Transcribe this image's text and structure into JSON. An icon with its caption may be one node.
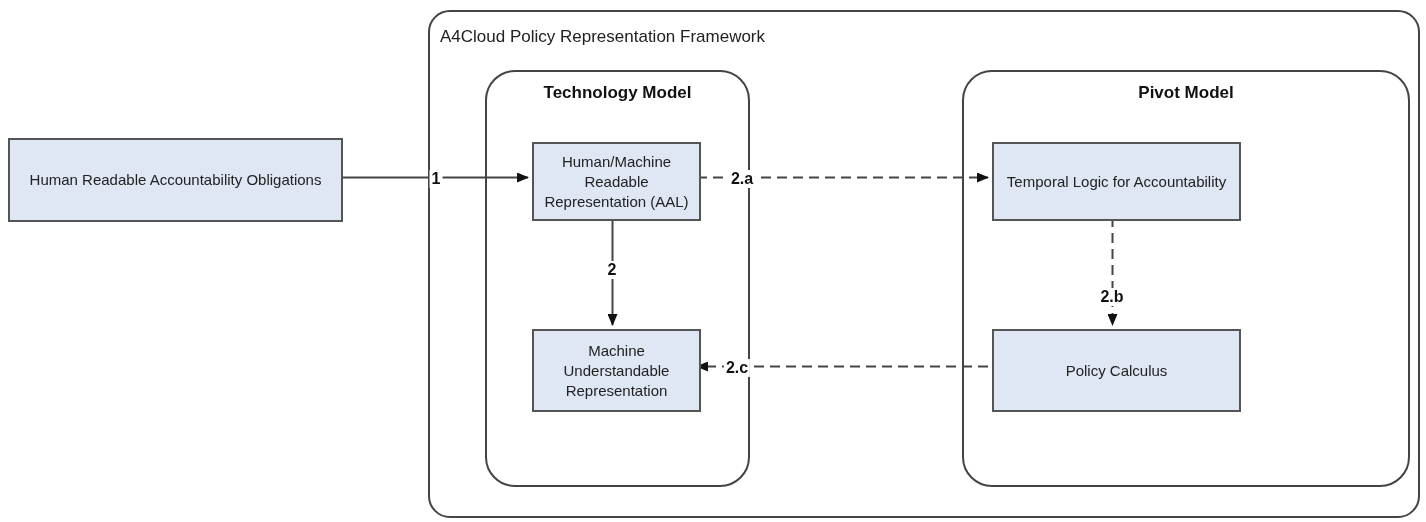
{
  "diagram": {
    "nodes": [
      {
        "text": [
          "Human Readable Accountability Obligations"
        ]
      },
      {
        "text": [
          "A4Cloud Policy Representation Framework"
        ]
      },
      {
        "text": [
          "Technology Model"
        ],
        "in": 1
      },
      {
        "text": [
          "Human/Machine Readable Representation (AAL)"
        ],
        "in": 2
      },
      {
        "text": [
          "Machine Understandable Representation"
        ],
        "in": 2
      },
      {
        "text": [
          "Pivot Model"
        ],
        "in": 1
      },
      {
        "text": [
          "Temporal Logic for Accountability"
        ],
        "in": 5
      },
      {
        "text": [
          "Policy Calculus"
        ],
        "in": 5
      }
    ],
    "edges": [
      {
        "from": 0,
        "to": 3,
        "arrow": "to",
        "label": "1"
      },
      {
        "from": 3,
        "to": 6,
        "arrow": "to",
        "label": "2.a",
        "style": "dashed"
      },
      {
        "from": 3,
        "to": 4,
        "arrow": "to",
        "label": "2"
      },
      {
        "from": 6,
        "to": 7,
        "arrow": "to",
        "label": "2.b",
        "style": "dashed"
      },
      {
        "from": 7,
        "to": 4,
        "arrow": "to",
        "label": "2.c",
        "style": "dashed"
      }
    ]
  }
}
